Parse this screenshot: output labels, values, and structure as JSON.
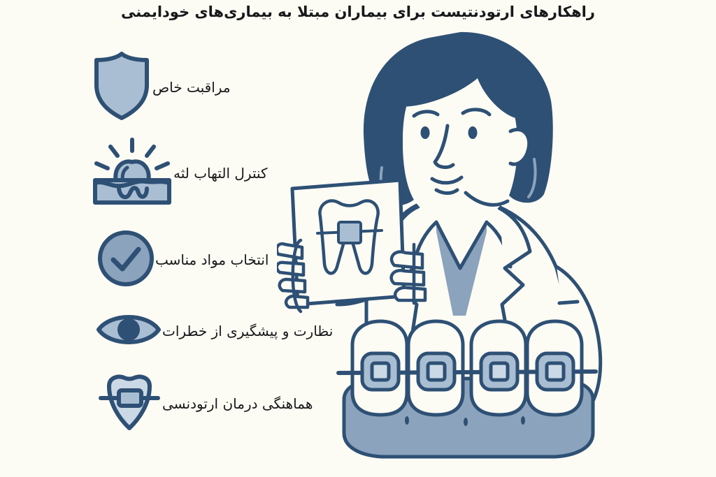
{
  "poster": {
    "title": "راهکارهای ارتودنتیست برای بیماران مبتلا به بیماری‌های خودایمنی",
    "background_color": "#fdfcf4",
    "ink_color": "#2e5075",
    "fill_color": "#a9bed2",
    "accent_fill": "#8ba3bc",
    "text_color": "#17181a",
    "language": "fa",
    "direction": "rtl"
  },
  "items": [
    {
      "id": "special-care",
      "label": "مراقبت خاص",
      "icon": "shield-icon"
    },
    {
      "id": "gum-inflammation-control",
      "label": "کنترل التهاب لثه",
      "icon": "inflamed-gum-icon"
    },
    {
      "id": "material-selection",
      "label": "انتخاب مواد مناسب",
      "icon": "check-circle-icon"
    },
    {
      "id": "risk-monitoring",
      "label": "نظارت و پیشگیری از خطرات",
      "icon": "eye-icon"
    },
    {
      "id": "ortho-treatment-coordination",
      "label": "هماهنگی درمان ارتودنسی",
      "icon": "tooth-bracket-icon"
    }
  ],
  "illustration": {
    "name": "dentist-holding-tooth-card-with-braces-model",
    "figure": "female-dentist",
    "card_content": "tooth-with-bracket",
    "model": "four-teeth-with-braces-on-gum"
  }
}
